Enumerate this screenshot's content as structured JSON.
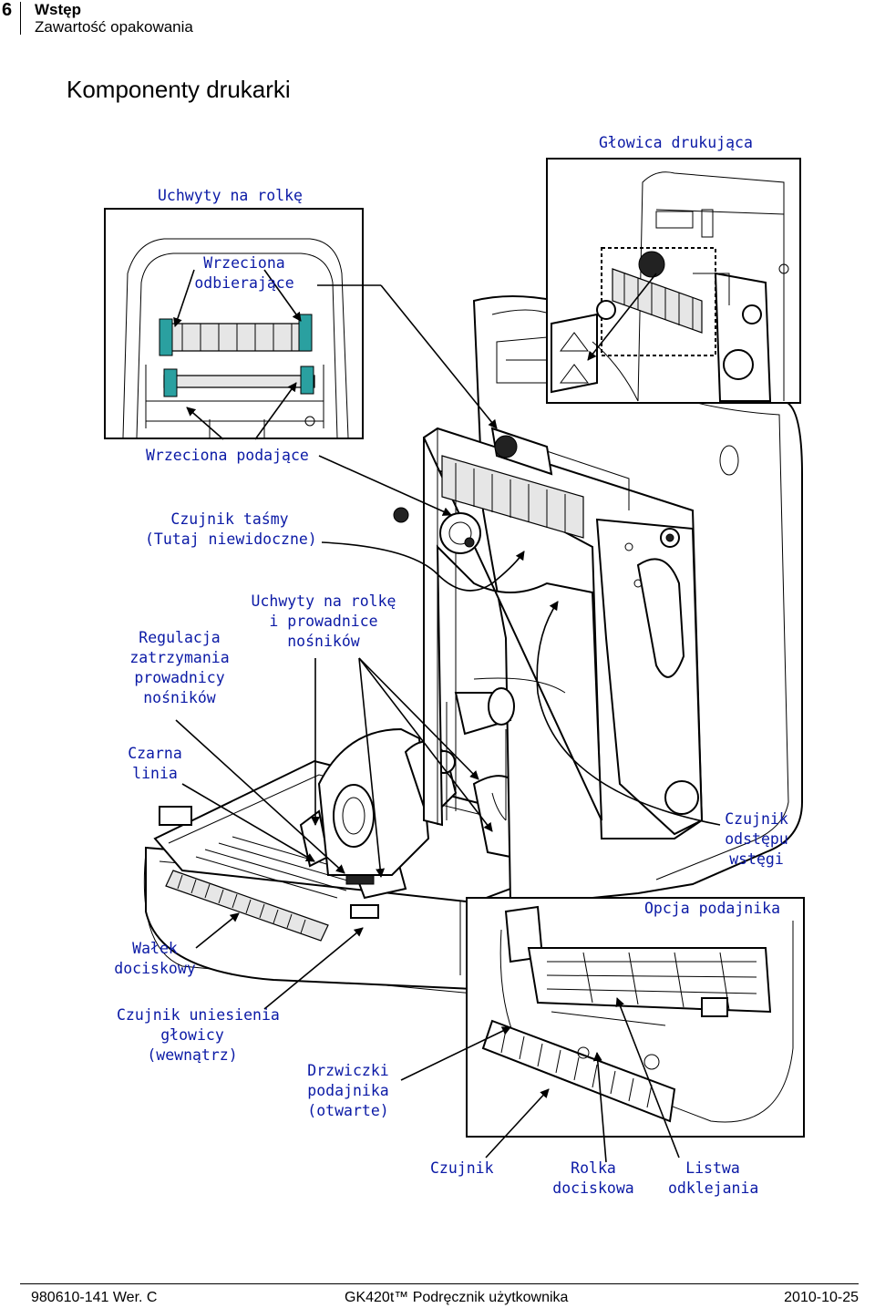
{
  "header": {
    "page_number": "6",
    "section": "Wstęp",
    "subsection": "Zawartość opakowania"
  },
  "page_title": "Komponenty drukarki",
  "labels": {
    "glowica": "Głowica drukująca",
    "uchwyty_rolke": "Uchwyty na rolkę",
    "wrzeciona_odb_1": "Wrzeciona",
    "wrzeciona_odb_2": "odbierające",
    "wrzeciona_pod": "Wrzeciona podające",
    "czujnik_tasmy_1": "Czujnik taśmy",
    "czujnik_tasmy_2": "(Tutaj niewidoczne)",
    "regulacja_1": "Regulacja",
    "regulacja_2": "zatrzymania",
    "regulacja_3": "prowadnicy",
    "regulacja_4": "nośników",
    "uchwyty_prow_1": "Uchwyty na rolkę",
    "uchwyty_prow_2": "i prowadnice",
    "uchwyty_prow_3": "nośników",
    "czarna_1": "Czarna",
    "czarna_2": "linia",
    "czujnik_odstepu_1": "Czujnik",
    "czujnik_odstepu_2": "odstępu",
    "czujnik_odstepu_3": "wstęgi",
    "opcja": "Opcja podajnika",
    "walek_1": "Wałek",
    "walek_2": "dociskowy",
    "uniesienia_1": "Czujnik uniesienia",
    "uniesienia_2": "głowicy",
    "uniesienia_3": "(wewnątrz)",
    "drzwiczki_1": "Drzwiczki",
    "drzwiczki_2": "podajnika",
    "drzwiczki_3": "(otwarte)",
    "czujnik": "Czujnik",
    "rolka_1": "Rolka",
    "rolka_2": "dociskowa",
    "listwa_1": "Listwa",
    "listwa_2": "odklejania"
  },
  "footer": {
    "doc_number": "980610-141 Wer. C",
    "manual": "GK420t™ Podręcznik użytkownika",
    "date": "2010-10-25"
  },
  "colors": {
    "label_blue": "#0b1aa6"
  }
}
